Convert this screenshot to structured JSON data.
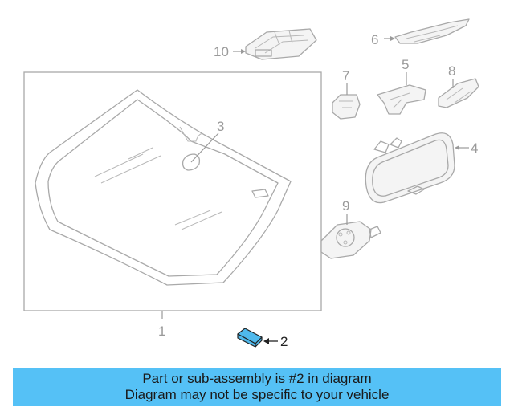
{
  "diagram": {
    "callouts": [
      "1",
      "2",
      "3",
      "4",
      "5",
      "6",
      "7",
      "8",
      "9",
      "10"
    ],
    "highlight_part": "2"
  },
  "banner": {
    "line1": "Part or sub-assembly is #2 in diagram",
    "line2": "Diagram may not be specific to your vehicle",
    "background": "#55c1f6"
  },
  "colors": {
    "highlight": "#4fb9ec",
    "line": "#a9a9a9",
    "text": "#1a1a1a"
  }
}
